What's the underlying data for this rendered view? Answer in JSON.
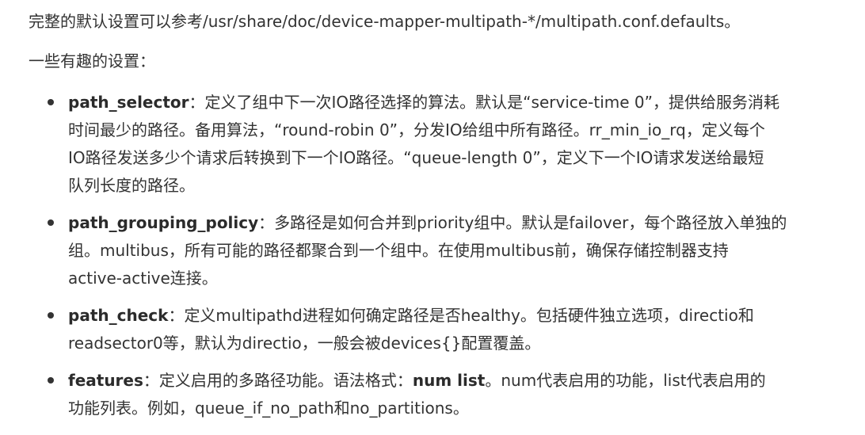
{
  "intro": {
    "defaults_text": "完整的默认设置可以参考/usr/share/doc/device-mapper-multipath-*/multipath.conf.defaults。",
    "interesting_text": "一些有趣的设置："
  },
  "settings": [
    {
      "term": "path_selector",
      "separator": "：",
      "lines": [
        "定义了组中下一次IO路径选择的算法。默认是“service-time 0”，提供给服务消耗",
        "时间最少的路径。备用算法，“round-robin 0”，分发IO给组中所有路径。rr_min_io_rq，定义每个",
        "IO路径发送多少个请求后转换到下一个IO路径。“queue-length 0”，定义下一个IO请求发送给最短",
        "队列长度的路径。"
      ]
    },
    {
      "term": "path_grouping_policy",
      "separator": "：",
      "lines": [
        "多路径是如何合并到priority组中。默认是failover，每个路径放入单独的",
        "组。multibus，所有可能的路径都聚合到一个组中。在使用multibus前，确保存储控制器支持",
        "active-active连接。"
      ]
    },
    {
      "term": "path_check",
      "separator": "：",
      "lines": [
        "定义multipathd进程如何确定路径是否healthy。包括硬件独立选项，directio和",
        "readsector0等，默认为directio，一般会被devices{}配置覆盖。"
      ]
    },
    {
      "term": "features",
      "separator": "：",
      "line1_before": "定义启用的多路径功能。语法格式：",
      "line1_bold": "num list",
      "line1_after": "。num代表启用的功能，list代表启用的",
      "lines_rest": [
        "功能列表。例如，queue_if_no_path和no_partitions。"
      ]
    }
  ]
}
